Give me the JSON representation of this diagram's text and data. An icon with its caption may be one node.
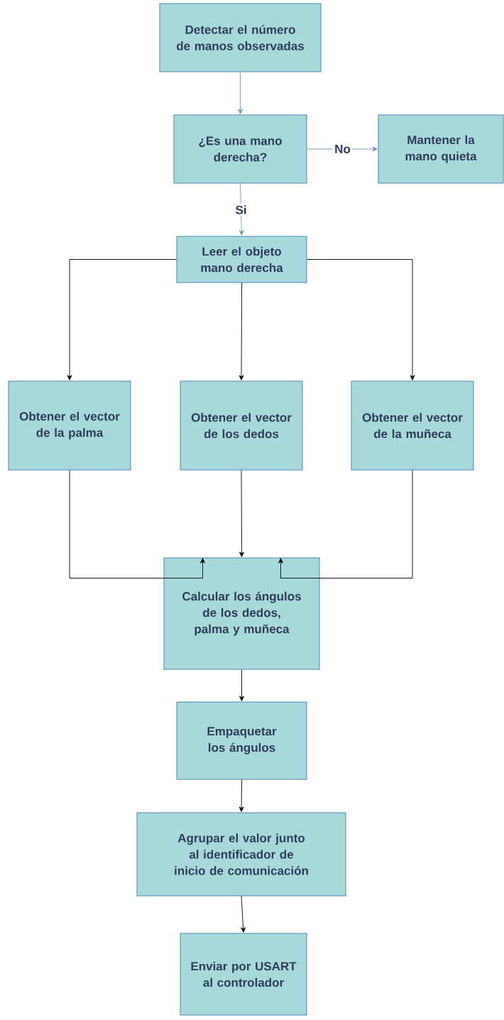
{
  "diagram": {
    "nodes": [
      {
        "text": [
          "Detectar el número de manos observadas"
        ]
      },
      {
        "text": [
          "¿Es una mano derecha?"
        ]
      },
      {
        "text": [
          "Mantener la mano quieta"
        ]
      },
      {
        "text": [
          "Leer el objeto mano derecha"
        ]
      },
      {
        "text": [
          "Obtener el vector de la palma"
        ]
      },
      {
        "text": [
          "Obtener el vector de los dedos"
        ]
      },
      {
        "text": [
          "Obtener el vector de la muñeca"
        ]
      },
      {
        "text": [
          "Calcular los ángulos de los dedos, palma y muñeca"
        ]
      },
      {
        "text": [
          "Empaquetar los ángulos"
        ]
      },
      {
        "text": [
          "Agrupar el valor junto al identificador de inicio de comunicación"
        ]
      },
      {
        "text": [
          "Enviar por USART al controlador"
        ]
      }
    ],
    "edges": [
      {
        "from": 0,
        "to": 1,
        "arrow": "to",
        "color": "#6b9bbb"
      },
      {
        "from": 1,
        "to": 2,
        "arrow": "to",
        "label": "No",
        "color": "#6b9bbb"
      },
      {
        "from": 1,
        "to": 3,
        "arrow": "to",
        "label": "Si",
        "color": "#6b9bbb"
      },
      {
        "from": 3,
        "to": 4,
        "arrow": "to"
      },
      {
        "from": 3,
        "to": 5,
        "arrow": "to"
      },
      {
        "from": 3,
        "to": 6,
        "arrow": "to"
      },
      {
        "from": 4,
        "to": 7,
        "arrow": "to"
      },
      {
        "from": 5,
        "to": 7,
        "arrow": "to"
      },
      {
        "from": 6,
        "to": 7,
        "arrow": "to"
      },
      {
        "from": 7,
        "to": 8,
        "arrow": "to"
      },
      {
        "from": 8,
        "to": 9,
        "arrow": "to"
      },
      {
        "from": 9,
        "to": 10,
        "arrow": "to"
      }
    ]
  }
}
